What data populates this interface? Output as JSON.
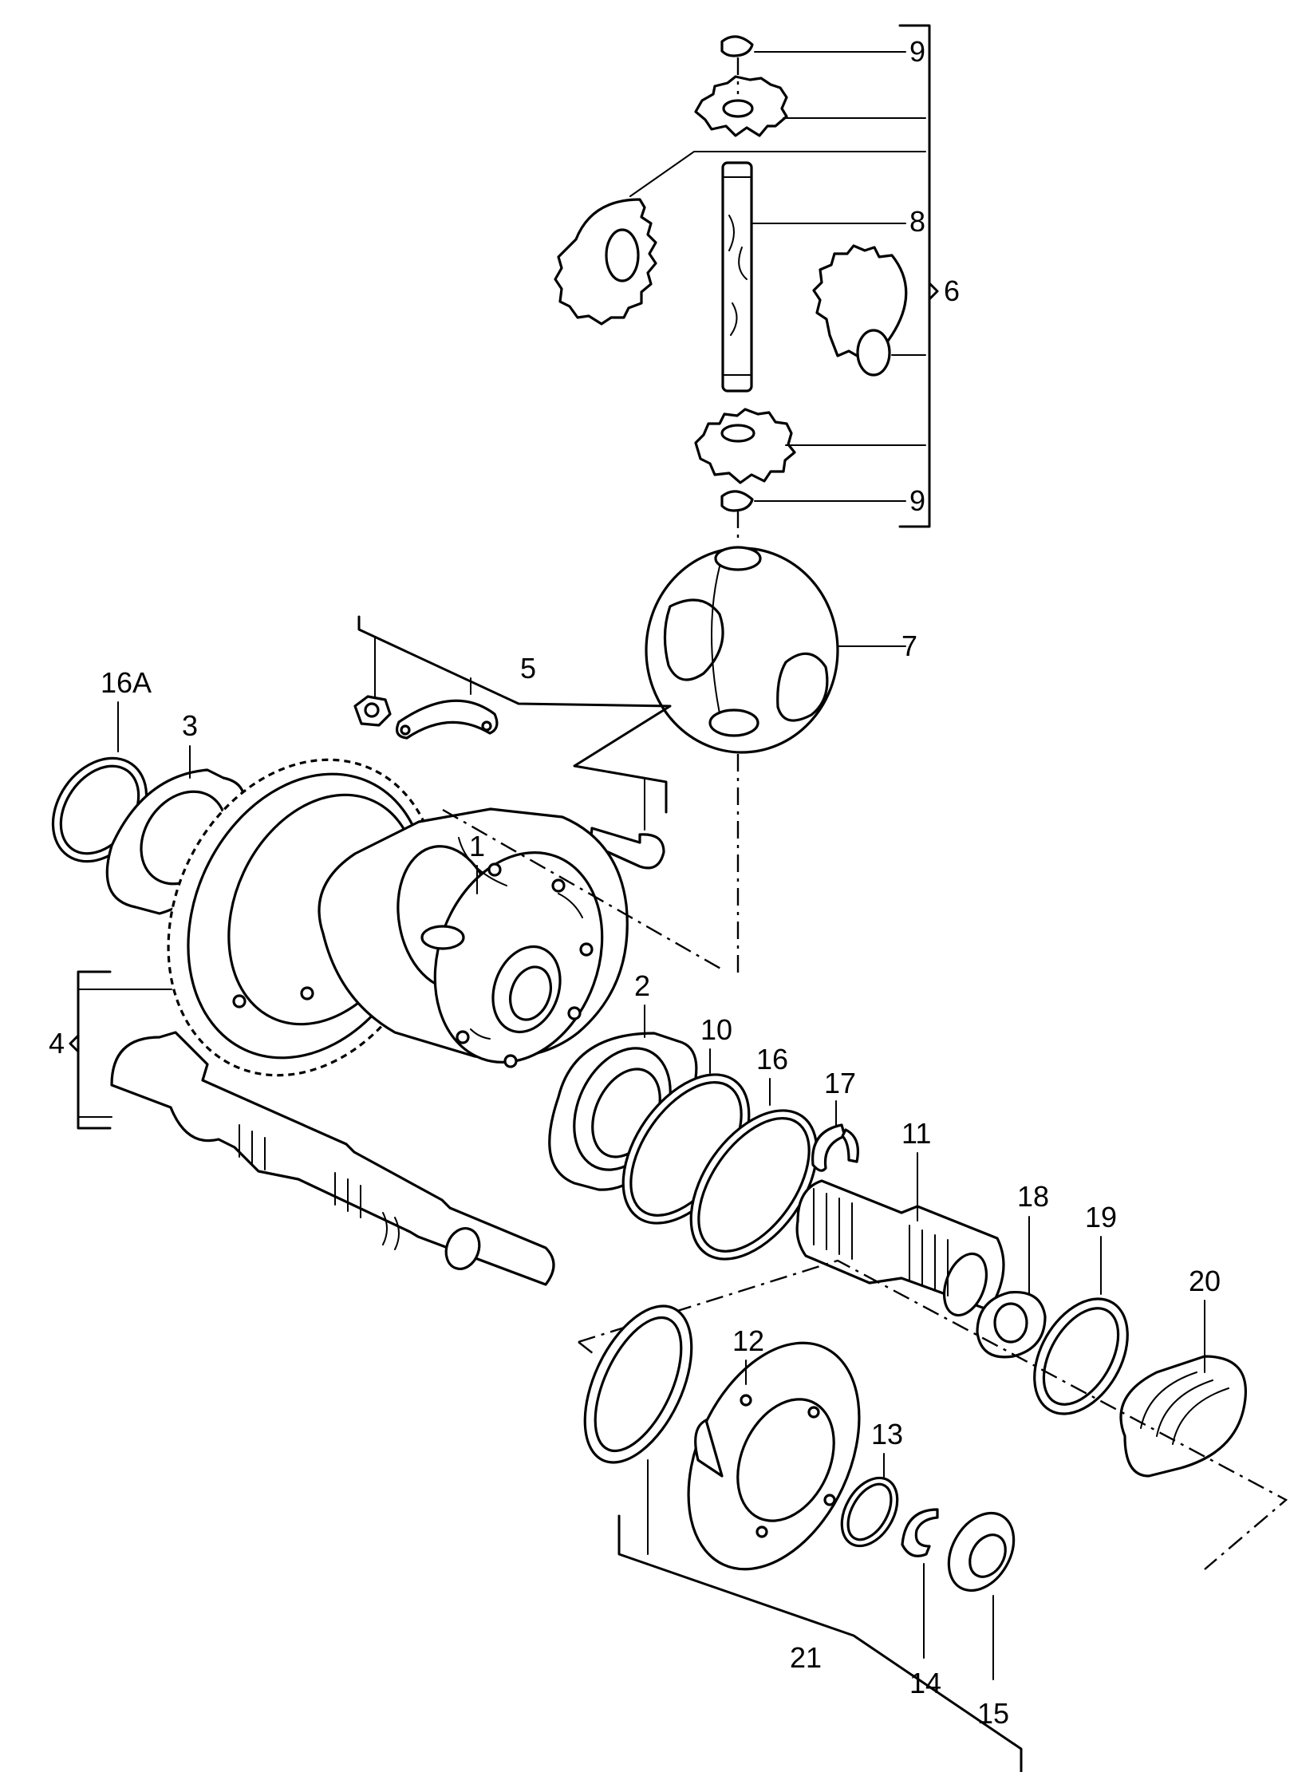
{
  "labels": {
    "l1": "1",
    "l2": "2",
    "l3": "3",
    "l4": "4",
    "l5": "5",
    "l6": "6",
    "l7": "7",
    "l8": "8",
    "l9a": "9",
    "l9b": "9",
    "l10": "10",
    "l11": "11",
    "l12": "12",
    "l13": "13",
    "l14": "14",
    "l15": "15",
    "l16": "16",
    "l16a": "16A",
    "l17": "17",
    "l18": "18",
    "l19": "19",
    "l20": "20",
    "l21": "21"
  }
}
